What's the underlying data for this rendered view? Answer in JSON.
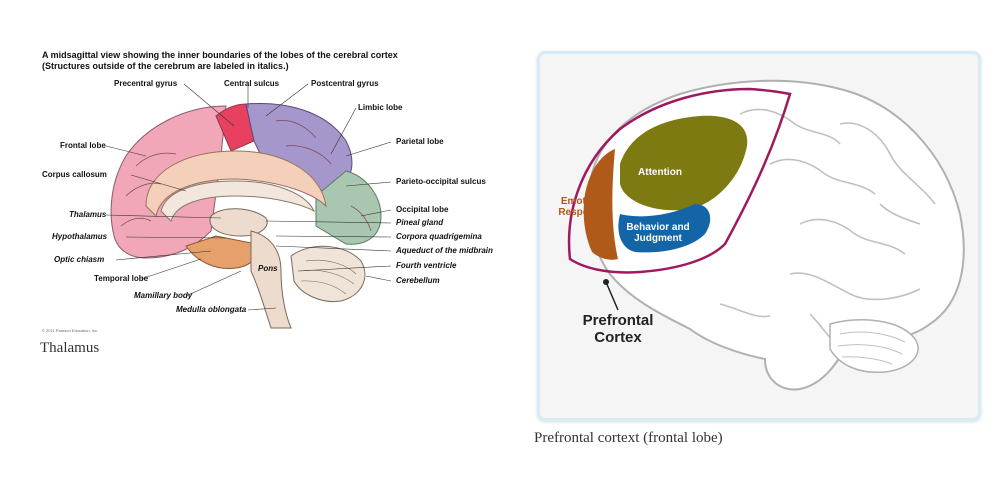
{
  "left_figure": {
    "title_line1": "A midsagittal view showing the inner boundaries of the lobes of the cerebral cortex",
    "title_line2": "(Structures outside of the cerebrum are labeled in italics.)",
    "labels": {
      "precentral_gyrus": "Precentral gyrus",
      "central_sulcus": "Central sulcus",
      "postcentral_gyrus": "Postcentral gyrus",
      "limbic_lobe": "Limbic lobe",
      "frontal_lobe": "Frontal lobe",
      "parietal_lobe": "Parietal lobe",
      "corpus_callosum": "Corpus callosum",
      "parieto_occipital_sulcus": "Parieto-occipital sulcus",
      "thalamus": "Thalamus",
      "occipital_lobe": "Occipital lobe",
      "pineal_gland": "Pineal gland",
      "hypothalamus": "Hypothalamus",
      "corpora_quadrigemina": "Corpora quadrigemina",
      "aqueduct": "Aqueduct of the midbrain",
      "optic_chiasm": "Optic chiasm",
      "fourth_ventricle": "Fourth ventricle",
      "temporal_lobe": "Temporal lobe",
      "pons": "Pons",
      "cerebellum": "Cerebellum",
      "mamillary_body": "Mamillary body",
      "medulla_oblongata": "Medulla oblongata"
    },
    "copyright": "© 2011 Pearson Education, Inc.",
    "caption": "Thalamus",
    "colors": {
      "frontal": "#f2a7b8",
      "precentral": "#e8415f",
      "parietal": "#a596cc",
      "occipital": "#a9c7b0",
      "temporal": "#e6a06b",
      "limbic": "#f4d0bb",
      "corpus": "#f3e6dc",
      "brainstem": "#eddccd",
      "cerebellum": "#f0e4d8"
    }
  },
  "right_figure": {
    "regions": {
      "attention": "Attention",
      "emotional_l1": "Emotional",
      "emotional_l2": "Responses",
      "behavior_l1": "Behavior and",
      "behavior_l2": "Judgment"
    },
    "pfc_label_l1": "Prefrontal",
    "pfc_label_l2": "Cortex",
    "caption": "Prefrontal cortext (frontal lobe)",
    "colors": {
      "attention": "#7d7a12",
      "emotional": "#b05a1a",
      "behavior": "#1465a8",
      "outline": "#a0195e",
      "brain_stroke": "#b0b0b0"
    }
  }
}
